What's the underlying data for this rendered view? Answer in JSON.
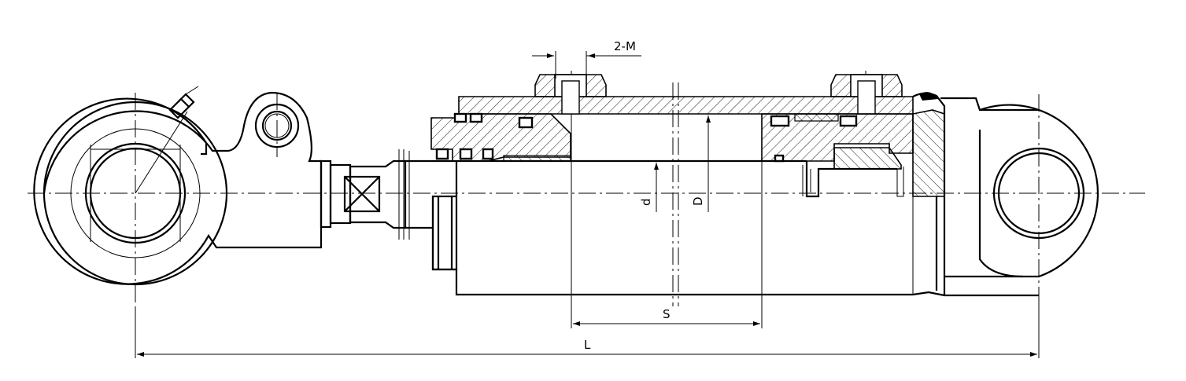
{
  "drawing": {
    "labels": {
      "thread": "2-M",
      "rod_diameter": "d",
      "bore_diameter": "D",
      "stroke": "S",
      "length": "L"
    }
  }
}
